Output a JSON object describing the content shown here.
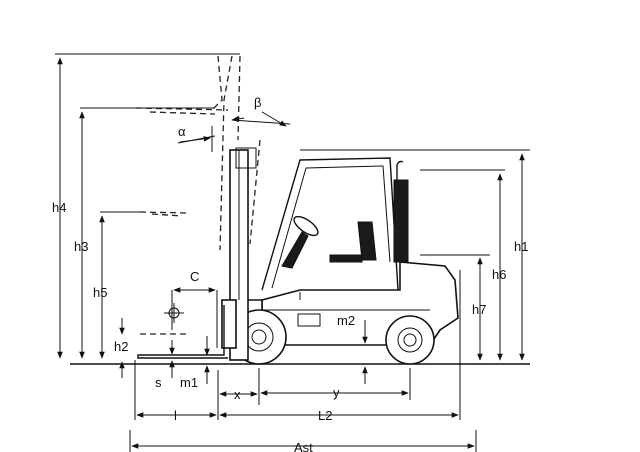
{
  "labels": {
    "h4": "h4",
    "h3": "h3",
    "h5": "h5",
    "h2": "h2",
    "h1": "h1",
    "h6": "h6",
    "h7": "h7",
    "alpha": "α",
    "beta": "β",
    "c": "C",
    "m2": "m2",
    "s": "s",
    "m1": "m1",
    "x": "x",
    "y": "y",
    "l": "l",
    "l2": "L2",
    "ast": "Ast"
  },
  "colors": {
    "ink": "#111111",
    "background": "#ffffff"
  }
}
